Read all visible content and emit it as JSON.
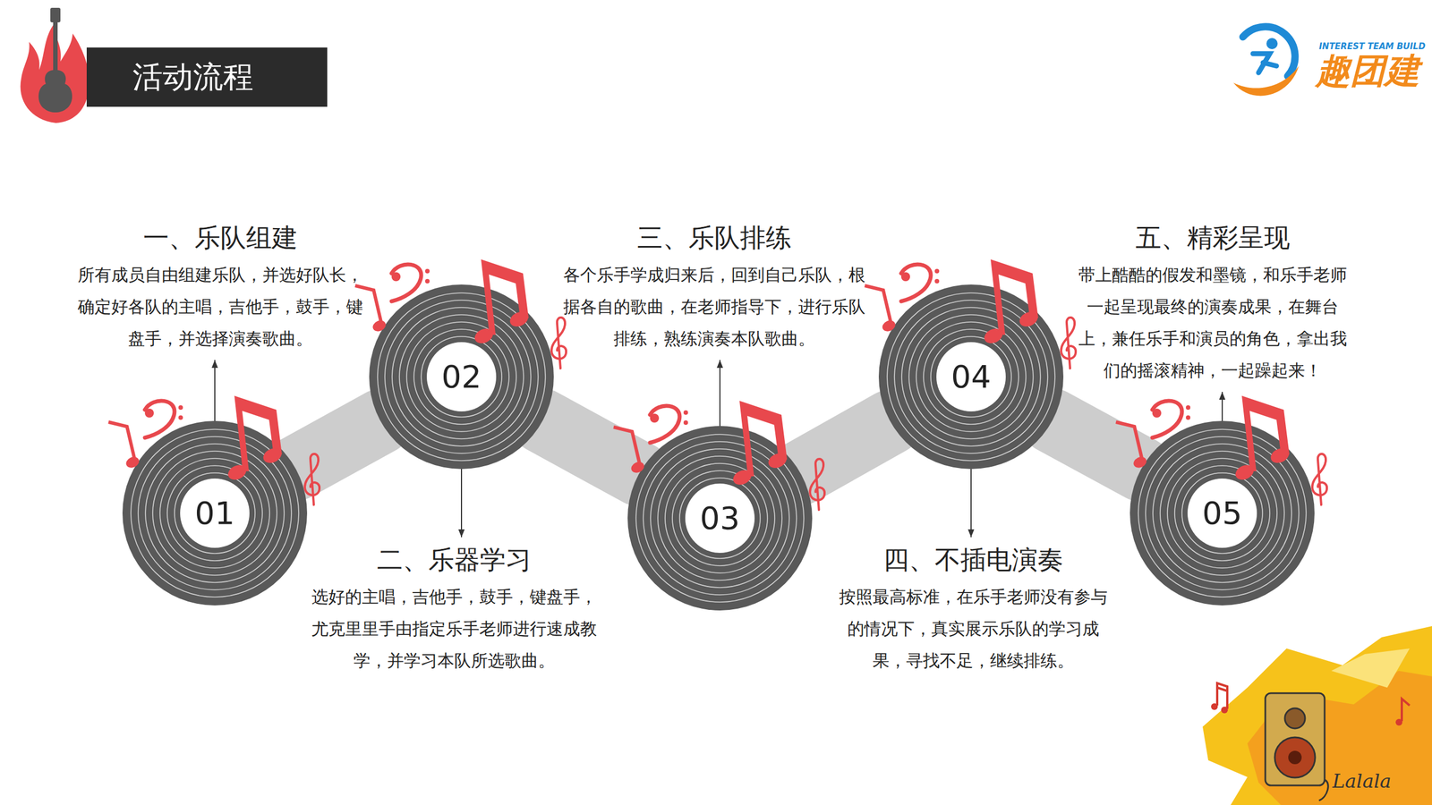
{
  "diagram": {
    "title": "活动流程",
    "nodes": [
      {
        "text": [
          "01"
        ]
      },
      {
        "text": [
          "02"
        ]
      },
      {
        "text": [
          "03"
        ]
      },
      {
        "text": [
          "04"
        ]
      },
      {
        "text": [
          "05"
        ]
      },
      {
        "text": [
          "一、乐队组建",
          "所有成员自由组建乐队，并选好队长，确定好各队的主唱，吉他手，鼓手，键盘手，并选择演奏歌曲。"
        ]
      },
      {
        "text": [
          "二、乐器学习",
          "选好的主唱，吉他手，鼓手，键盘手，尤克里里手由指定乐手老师进行速成教学，并学习本队所选歌曲。"
        ]
      },
      {
        "text": [
          "三、乐队排练",
          "各个乐手学成归来后，回到自己乐队，根据各自的歌曲，在老师指导下，进行乐队排练，熟练演奏本队歌曲。"
        ]
      },
      {
        "text": [
          "四、不插电演奏",
          "按照最高标准，在乐手老师没有参与的情况下，真实展示乐队的学习成果，寻找不足，继续排练。"
        ]
      },
      {
        "text": [
          "五、精彩呈现",
          "带上酷酷的假发和墨镜，和乐手老师一起呈现最终的演奏成果，在舞台上，兼任乐手和演员的角色，拿出我们的摇滚精神，一起躁起来！"
        ]
      }
    ],
    "edges": [
      {
        "from": 0,
        "to": 1,
        "arrow": "none"
      },
      {
        "from": 1,
        "to": 2,
        "arrow": "none"
      },
      {
        "from": 2,
        "to": 3,
        "arrow": "none"
      },
      {
        "from": 3,
        "to": 4,
        "arrow": "none"
      },
      {
        "from": 0,
        "to": 5,
        "arrow": "to"
      },
      {
        "from": 1,
        "to": 6,
        "arrow": "to"
      },
      {
        "from": 2,
        "to": 7,
        "arrow": "to"
      },
      {
        "from": 3,
        "to": 8,
        "arrow": "to"
      },
      {
        "from": 4,
        "to": 9,
        "arrow": "to"
      }
    ],
    "labels": [
      "趣团建",
      "INTEREST TEAM BUILD",
      "Lalala"
    ]
  }
}
